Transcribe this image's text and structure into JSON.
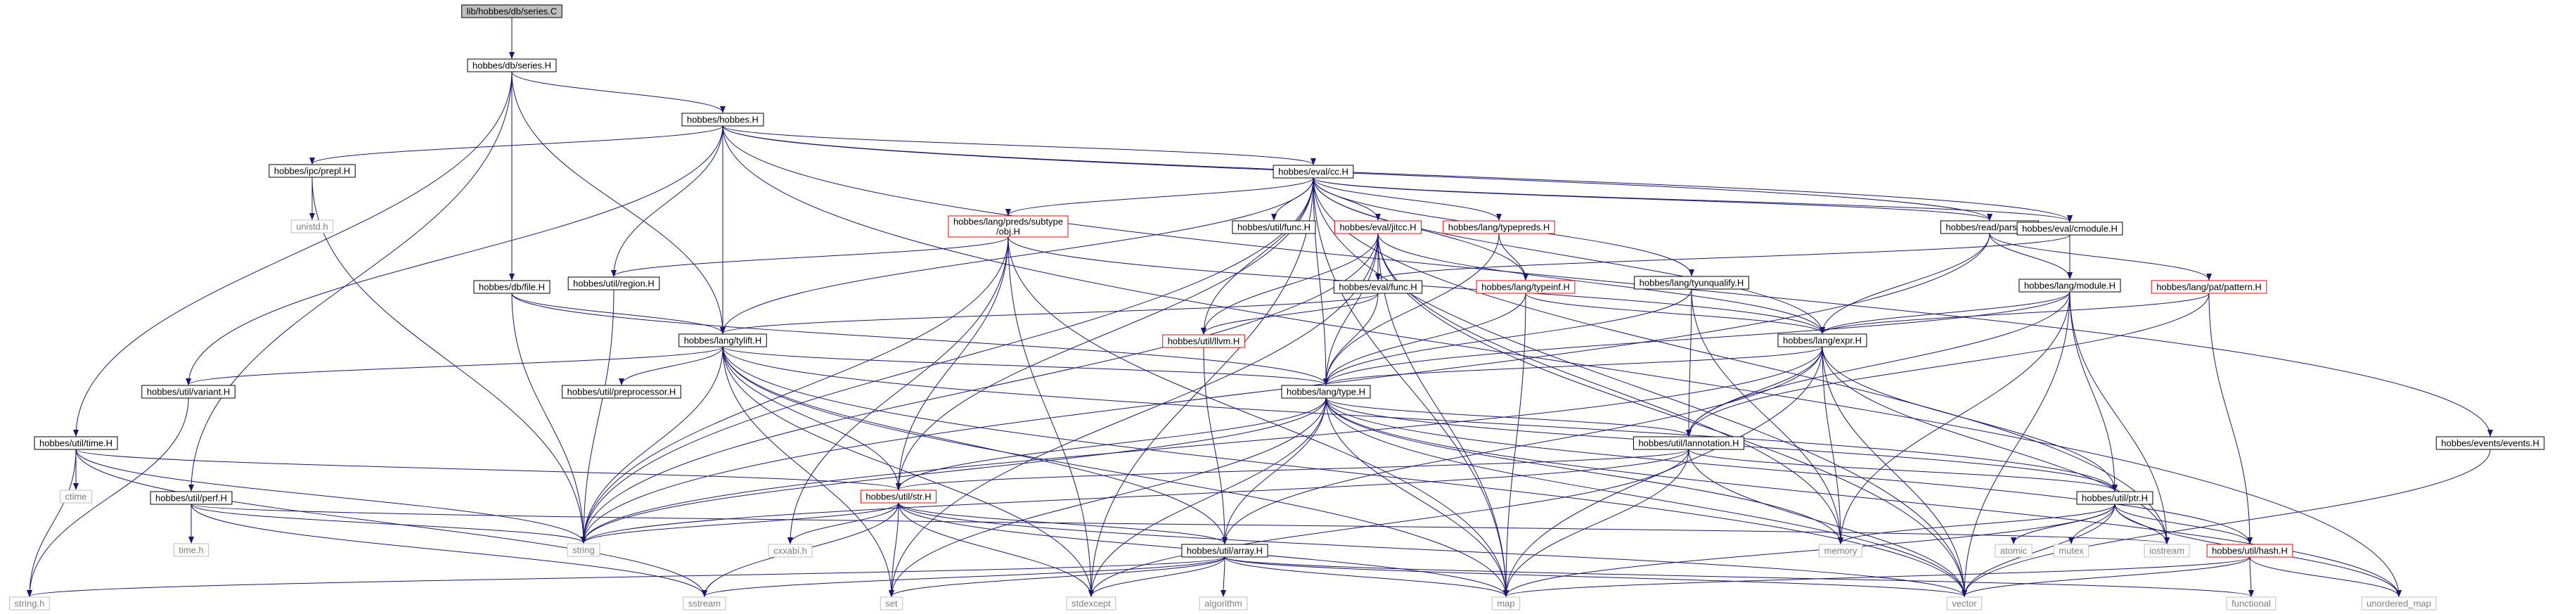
{
  "graph": {
    "colors": {
      "root_fill": "#bfbfbf",
      "root_border": "#000000",
      "node_border": "#000000",
      "red_border": "#ff0000",
      "system_border": "#bfbfbf",
      "system_text": "#7f7f7f",
      "text": "#000000",
      "edge": "#191970"
    },
    "nodes": {
      "series_C": {
        "label": "lib/hobbes/db/series.C",
        "kind": "root"
      },
      "series_H": {
        "label": "hobbes/db/series.H",
        "kind": "local"
      },
      "hobbes_H": {
        "label": "hobbes/hobbes.H",
        "kind": "local"
      },
      "eval_cc": {
        "label": "hobbes/eval/cc.H",
        "kind": "local"
      },
      "prepl": {
        "label": "hobbes/ipc/prepl.H",
        "kind": "local"
      },
      "unistd": {
        "label": "unistd.h",
        "kind": "system"
      },
      "obj_H": {
        "label": "hobbes/lang/preds/subtype\n/obj.H",
        "kind": "incomplete"
      },
      "util_func": {
        "label": "hobbes/util/func.H",
        "kind": "local"
      },
      "jitcc": {
        "label": "hobbes/eval/jitcc.H",
        "kind": "incomplete"
      },
      "typepreds": {
        "label": "hobbes/lang/typepreds.H",
        "kind": "incomplete"
      },
      "read_parser": {
        "label": "hobbes/read/parser.H",
        "kind": "local"
      },
      "cmodule": {
        "label": "hobbes/eval/cmodule.H",
        "kind": "local"
      },
      "db_file": {
        "label": "hobbes/db/file.H",
        "kind": "local"
      },
      "util_region": {
        "label": "hobbes/util/region.H",
        "kind": "local"
      },
      "eval_func": {
        "label": "hobbes/eval/func.H",
        "kind": "local"
      },
      "typeinf": {
        "label": "hobbes/lang/typeinf.H",
        "kind": "incomplete"
      },
      "tyunqualify": {
        "label": "hobbes/lang/tyunqualify.H",
        "kind": "local"
      },
      "lang_module": {
        "label": "hobbes/lang/module.H",
        "kind": "local"
      },
      "pat_pattern": {
        "label": "hobbes/lang/pat/pattern.H",
        "kind": "incomplete"
      },
      "tylift": {
        "label": "hobbes/lang/tylift.H",
        "kind": "local"
      },
      "util_llvm": {
        "label": "hobbes/util/llvm.H",
        "kind": "incomplete"
      },
      "lang_expr": {
        "label": "hobbes/lang/expr.H",
        "kind": "local"
      },
      "util_variant": {
        "label": "hobbes/util/variant.H",
        "kind": "local"
      },
      "preprocessor": {
        "label": "hobbes/util/preprocessor.H",
        "kind": "local"
      },
      "lang_type": {
        "label": "hobbes/lang/type.H",
        "kind": "local"
      },
      "util_time": {
        "label": "hobbes/util/time.H",
        "kind": "local"
      },
      "ctime": {
        "label": "ctime",
        "kind": "system"
      },
      "lannotation": {
        "label": "hobbes/util/lannotation.H",
        "kind": "local"
      },
      "events_H": {
        "label": "hobbes/events/events.H",
        "kind": "local"
      },
      "util_perf": {
        "label": "hobbes/util/perf.H",
        "kind": "local"
      },
      "util_str": {
        "label": "hobbes/util/str.H",
        "kind": "incomplete"
      },
      "util_ptr": {
        "label": "hobbes/util/ptr.H",
        "kind": "local"
      },
      "time_h": {
        "label": "time.h",
        "kind": "system"
      },
      "string": {
        "label": "string",
        "kind": "system"
      },
      "cxxabi": {
        "label": "cxxabi.h",
        "kind": "system"
      },
      "memory": {
        "label": "memory",
        "kind": "system"
      },
      "atomic": {
        "label": "atomic",
        "kind": "system"
      },
      "mutex": {
        "label": "mutex",
        "kind": "system"
      },
      "iostream": {
        "label": "iostream",
        "kind": "system"
      },
      "util_hash": {
        "label": "hobbes/util/hash.H",
        "kind": "incomplete"
      },
      "util_array": {
        "label": "hobbes/util/array.H",
        "kind": "local"
      },
      "string_h": {
        "label": "string.h",
        "kind": "system"
      },
      "sstream": {
        "label": "sstream",
        "kind": "system"
      },
      "set": {
        "label": "set",
        "kind": "system"
      },
      "stdexcept": {
        "label": "stdexcept",
        "kind": "system"
      },
      "algorithm": {
        "label": "algorithm",
        "kind": "system"
      },
      "map": {
        "label": "map",
        "kind": "system"
      },
      "vector": {
        "label": "vector",
        "kind": "system"
      },
      "functional": {
        "label": "functional",
        "kind": "system"
      },
      "unordered_map": {
        "label": "unordered_map",
        "kind": "system"
      }
    },
    "edges": [
      [
        "series_C",
        "series_H"
      ],
      [
        "series_H",
        "hobbes_H"
      ],
      [
        "series_H",
        "db_file"
      ],
      [
        "series_H",
        "tylift"
      ],
      [
        "series_H",
        "util_time"
      ],
      [
        "series_H",
        "util_perf"
      ],
      [
        "hobbes_H",
        "eval_cc"
      ],
      [
        "hobbes_H",
        "prepl"
      ],
      [
        "hobbes_H",
        "read_parser"
      ],
      [
        "hobbes_H",
        "cmodule"
      ],
      [
        "hobbes_H",
        "events_H"
      ],
      [
        "hobbes_H",
        "util_region"
      ],
      [
        "hobbes_H",
        "tylift"
      ],
      [
        "hobbes_H",
        "util_variant"
      ],
      [
        "hobbes_H",
        "unordered_map"
      ],
      [
        "prepl",
        "unistd"
      ],
      [
        "prepl",
        "string"
      ],
      [
        "eval_cc",
        "obj_H"
      ],
      [
        "eval_cc",
        "util_func"
      ],
      [
        "eval_cc",
        "jitcc"
      ],
      [
        "eval_cc",
        "typepreds"
      ],
      [
        "eval_cc",
        "read_parser"
      ],
      [
        "eval_cc",
        "cmodule"
      ],
      [
        "eval_cc",
        "typeinf"
      ],
      [
        "eval_cc",
        "tyunqualify"
      ],
      [
        "eval_cc",
        "tylift"
      ],
      [
        "eval_cc",
        "util_llvm"
      ],
      [
        "eval_cc",
        "lang_expr"
      ],
      [
        "eval_cc",
        "lang_type"
      ],
      [
        "eval_cc",
        "util_str"
      ],
      [
        "eval_cc",
        "string"
      ],
      [
        "eval_cc",
        "stdexcept"
      ],
      [
        "eval_cc",
        "map"
      ],
      [
        "eval_cc",
        "vector"
      ],
      [
        "eval_cc",
        "iostream"
      ],
      [
        "obj_H",
        "util_region"
      ],
      [
        "obj_H",
        "lang_expr"
      ],
      [
        "obj_H",
        "util_str"
      ],
      [
        "obj_H",
        "cxxabi"
      ],
      [
        "obj_H",
        "stdexcept"
      ],
      [
        "obj_H",
        "map"
      ],
      [
        "obj_H",
        "string"
      ],
      [
        "jitcc",
        "eval_func"
      ],
      [
        "jitcc",
        "util_llvm"
      ],
      [
        "jitcc",
        "lang_type"
      ],
      [
        "jitcc",
        "lang_expr"
      ],
      [
        "jitcc",
        "string"
      ],
      [
        "jitcc",
        "map"
      ],
      [
        "jitcc",
        "vector"
      ],
      [
        "jitcc",
        "set"
      ],
      [
        "jitcc",
        "memory"
      ],
      [
        "typepreds",
        "typeinf"
      ],
      [
        "typepreds",
        "lang_type"
      ],
      [
        "read_parser",
        "lang_module"
      ],
      [
        "read_parser",
        "lang_expr"
      ],
      [
        "read_parser",
        "pat_pattern"
      ],
      [
        "read_parser",
        "string"
      ],
      [
        "cmodule",
        "lang_module"
      ],
      [
        "cmodule",
        "eval_func"
      ],
      [
        "db_file",
        "lang_type"
      ],
      [
        "db_file",
        "string"
      ],
      [
        "db_file",
        "tylift"
      ],
      [
        "util_region",
        "string"
      ],
      [
        "eval_func",
        "util_llvm"
      ],
      [
        "eval_func",
        "lang_type"
      ],
      [
        "eval_func",
        "tylift"
      ],
      [
        "typeinf",
        "lang_expr"
      ],
      [
        "typeinf",
        "lang_type"
      ],
      [
        "typeinf",
        "map"
      ],
      [
        "tyunqualify",
        "lang_type"
      ],
      [
        "tyunqualify",
        "lannotation"
      ],
      [
        "tyunqualify",
        "memory"
      ],
      [
        "lang_module",
        "lang_expr"
      ],
      [
        "lang_module",
        "lang_type"
      ],
      [
        "lang_module",
        "lannotation"
      ],
      [
        "lang_module",
        "util_ptr"
      ],
      [
        "lang_module",
        "iostream"
      ],
      [
        "lang_module",
        "memory"
      ],
      [
        "lang_module",
        "vector"
      ],
      [
        "pat_pattern",
        "lang_expr"
      ],
      [
        "pat_pattern",
        "util_hash"
      ],
      [
        "pat_pattern",
        "lannotation"
      ],
      [
        "tylift",
        "lang_type"
      ],
      [
        "tylift",
        "util_variant"
      ],
      [
        "tylift",
        "preprocessor"
      ],
      [
        "tylift",
        "util_str"
      ],
      [
        "tylift",
        "util_array"
      ],
      [
        "tylift",
        "string"
      ],
      [
        "tylift",
        "map"
      ],
      [
        "tylift",
        "vector"
      ],
      [
        "tylift",
        "set"
      ],
      [
        "tylift",
        "stdexcept"
      ],
      [
        "tylift",
        "util_ptr"
      ],
      [
        "util_llvm",
        "util_array"
      ],
      [
        "lang_expr",
        "lang_type"
      ],
      [
        "lang_expr",
        "lannotation"
      ],
      [
        "lang_expr",
        "util_ptr"
      ],
      [
        "lang_expr",
        "util_array"
      ],
      [
        "lang_expr",
        "memory"
      ],
      [
        "lang_expr",
        "iostream"
      ],
      [
        "lang_expr",
        "string"
      ],
      [
        "lang_expr",
        "map"
      ],
      [
        "lang_expr",
        "vector"
      ],
      [
        "util_variant",
        "string_h"
      ],
      [
        "lang_type",
        "lannotation"
      ],
      [
        "lang_type",
        "util_str"
      ],
      [
        "lang_type",
        "util_array"
      ],
      [
        "lang_type",
        "util_ptr"
      ],
      [
        "lang_type",
        "util_hash"
      ],
      [
        "lang_type",
        "string"
      ],
      [
        "lang_type",
        "map"
      ],
      [
        "lang_type",
        "vector"
      ],
      [
        "lang_type",
        "set"
      ],
      [
        "lang_type",
        "stdexcept"
      ],
      [
        "lang_type",
        "memory"
      ],
      [
        "lang_type",
        "unordered_map"
      ],
      [
        "util_time",
        "ctime"
      ],
      [
        "util_time",
        "string_h"
      ],
      [
        "util_time",
        "util_str"
      ],
      [
        "util_time",
        "sstream"
      ],
      [
        "util_time",
        "string"
      ],
      [
        "lannotation",
        "util_str"
      ],
      [
        "lannotation",
        "util_ptr"
      ],
      [
        "lannotation",
        "map"
      ],
      [
        "lannotation",
        "vector"
      ],
      [
        "lannotation",
        "stdexcept"
      ],
      [
        "lannotation",
        "string"
      ],
      [
        "events_H",
        "vector"
      ],
      [
        "util_perf",
        "time_h"
      ],
      [
        "util_perf",
        "string"
      ],
      [
        "util_perf",
        "sstream"
      ],
      [
        "util_perf",
        "iostream"
      ],
      [
        "util_str",
        "string"
      ],
      [
        "util_str",
        "cxxabi"
      ],
      [
        "util_str",
        "util_array"
      ],
      [
        "util_str",
        "sstream"
      ],
      [
        "util_str",
        "set"
      ],
      [
        "util_str",
        "map"
      ],
      [
        "util_str",
        "vector"
      ],
      [
        "util_str",
        "stdexcept"
      ],
      [
        "util_ptr",
        "memory"
      ],
      [
        "util_ptr",
        "atomic"
      ],
      [
        "util_ptr",
        "mutex"
      ],
      [
        "util_ptr",
        "iostream"
      ],
      [
        "util_ptr",
        "util_hash"
      ],
      [
        "util_ptr",
        "map"
      ],
      [
        "util_ptr",
        "vector"
      ],
      [
        "util_ptr",
        "unordered_map"
      ],
      [
        "util_hash",
        "functional"
      ],
      [
        "util_hash",
        "vector"
      ],
      [
        "util_hash",
        "map"
      ],
      [
        "util_hash",
        "unordered_map"
      ],
      [
        "util_array",
        "string_h"
      ],
      [
        "util_array",
        "sstream"
      ],
      [
        "util_array",
        "set"
      ],
      [
        "util_array",
        "stdexcept"
      ],
      [
        "util_array",
        "algorithm"
      ],
      [
        "util_array",
        "map"
      ],
      [
        "util_array",
        "vector"
      ],
      [
        "util_array",
        "functional"
      ]
    ]
  }
}
